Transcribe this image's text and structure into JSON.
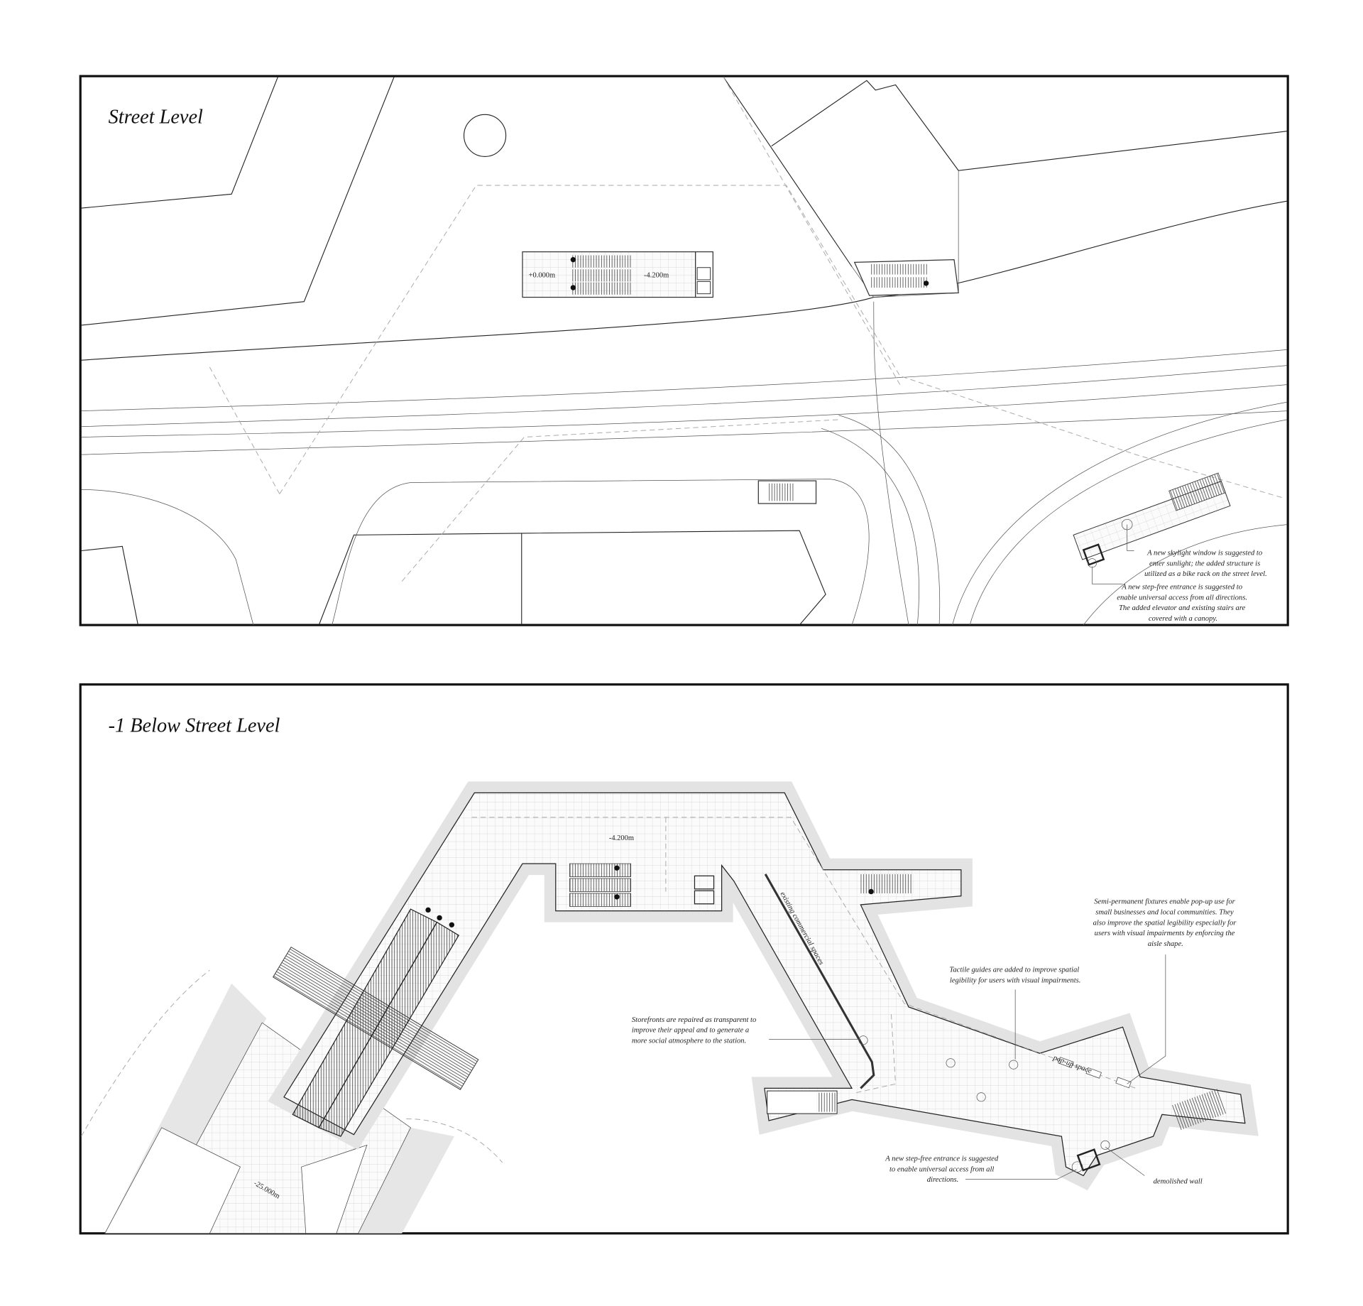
{
  "street_level": {
    "title": "Street Level",
    "levels": {
      "entrance": "+0.000m",
      "concourse": "-4.200m"
    },
    "notes": {
      "skylight": [
        "A new skylight window is suggested to",
        "enter sunlight; the added structure is",
        "utilized as a bike rack on the street level."
      ],
      "step_free": [
        "A new step-free entrance is suggested to",
        "enable universal access from all directions.",
        "The added elevator and existing stairs are",
        "covered with a canopy."
      ]
    }
  },
  "below_level": {
    "title": "-1 Below Street Level",
    "levels": {
      "concourse": "-4.200m",
      "platform": "-25.000m"
    },
    "labels": {
      "commercial": "existing commercial spaces",
      "popup": "pop-up space",
      "demolished": "demolished wall"
    },
    "notes": {
      "fixtures": [
        "Semi-permanent fixtures enable pop-up use for",
        "small businesses and local communities. They",
        "also improve the spatial legibility especially for",
        "users with visual impairments by enforcing the",
        "aisle shape."
      ],
      "tactile": [
        "Tactile guides are added to improve spatial",
        "legibility for users with visual impairments."
      ],
      "storefronts": [
        "Storefronts are repaired as transparent to",
        "improve their appeal and to generate a",
        "more social atmosphere to the station."
      ],
      "step_free": [
        "A new step-free entrance is suggested",
        "to enable universal access from all",
        "directions."
      ]
    }
  },
  "colors": {
    "wall_band": "#e3e3e3",
    "grid": "#c9c9c9",
    "line": "#222222"
  }
}
